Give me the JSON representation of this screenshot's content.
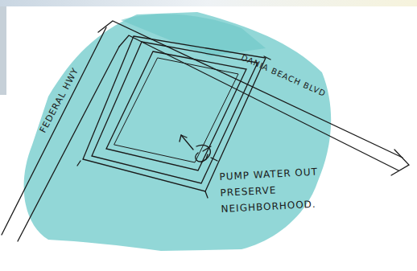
{
  "diagram": {
    "labels": [
      "FEDERAL HWY",
      "DANIA BEACH BLVD",
      "PUMP WATER OUT PRESERVE NEIGHBORHOOD."
    ]
  }
}
